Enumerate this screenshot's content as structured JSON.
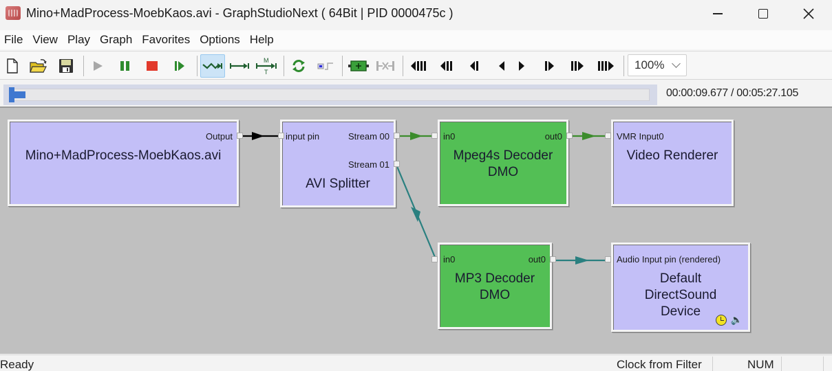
{
  "window": {
    "title": "Mino+MadProcess-MoebKaos.avi - GraphStudioNext ( 64Bit | PID 0000475c )",
    "controls": {
      "minimize": "minimize",
      "maximize": "maximize",
      "close": "close"
    }
  },
  "menu": {
    "items": [
      {
        "label": "File"
      },
      {
        "label": "View"
      },
      {
        "label": "Play"
      },
      {
        "label": "Graph"
      },
      {
        "label": "Favorites"
      },
      {
        "label": "Options"
      },
      {
        "label": "Help"
      }
    ]
  },
  "toolbar": {
    "buttons": [
      {
        "icon": "new-document-icon",
        "tooltip": "New"
      },
      {
        "icon": "open-folder-icon",
        "tooltip": "Open"
      },
      {
        "icon": "save-disk-icon",
        "tooltip": "Save"
      },
      {
        "icon": "play-icon",
        "tooltip": "Play",
        "enabled": false
      },
      {
        "icon": "pause-icon",
        "tooltip": "Pause"
      },
      {
        "icon": "stop-icon",
        "tooltip": "Stop"
      },
      {
        "icon": "step-frame-icon",
        "tooltip": "Frame step"
      },
      {
        "icon": "connect-mode-icon",
        "tooltip": "Connect mode",
        "active": true
      },
      {
        "icon": "direct-connect-icon",
        "tooltip": "Direct connect"
      },
      {
        "icon": "mt-connect-icon",
        "tooltip": "Media type connect"
      },
      {
        "icon": "refresh-icon",
        "tooltip": "Refresh"
      },
      {
        "icon": "property-page-icon",
        "tooltip": "Properties",
        "enabled": false
      },
      {
        "icon": "insert-filter-icon",
        "tooltip": "Insert filter"
      },
      {
        "icon": "disconnect-icon",
        "tooltip": "Disconnect",
        "enabled": false
      },
      {
        "icon": "seek-start-icon"
      },
      {
        "icon": "seek-back-large-icon"
      },
      {
        "icon": "seek-back-icon"
      },
      {
        "icon": "seek-back-small-icon"
      },
      {
        "icon": "seek-fwd-small-icon"
      },
      {
        "icon": "seek-fwd-icon"
      },
      {
        "icon": "seek-fwd-large-icon"
      },
      {
        "icon": "seek-end-icon"
      }
    ],
    "zoom_value": "100%"
  },
  "seek": {
    "position_fraction": 0.0295,
    "time_display": "00:00:09.677 / 00:05:27.105"
  },
  "graph": {
    "filters": [
      {
        "id": "source",
        "name": "Mino+MadProcess-MoebKaos.avi",
        "color": "#c3bff7",
        "pins": {
          "out": [
            "Output"
          ]
        }
      },
      {
        "id": "splitter",
        "name": "AVI Splitter",
        "color": "#c3bff7",
        "pins": {
          "in": [
            "input pin"
          ],
          "out": [
            "Stream 00",
            "Stream 01"
          ]
        }
      },
      {
        "id": "mpeg4",
        "name_line1": "Mpeg4s Decoder",
        "name_line2": "DMO",
        "color": "#53bf55",
        "pins": {
          "in": [
            "in0"
          ],
          "out": [
            "out0"
          ]
        }
      },
      {
        "id": "video",
        "name": "Video Renderer",
        "color": "#c3bff7",
        "pins": {
          "in": [
            "VMR Input0"
          ]
        }
      },
      {
        "id": "mp3",
        "name_line1": "MP3 Decoder",
        "name_line2": "DMO",
        "color": "#53bf55",
        "pins": {
          "in": [
            "in0"
          ],
          "out": [
            "out0"
          ]
        }
      },
      {
        "id": "audio",
        "name_line1": "Default",
        "name_line2": "DirectSound",
        "name_line3": "Device",
        "color": "#c3bff7",
        "pins": {
          "in": [
            "Audio Input pin (rendered)"
          ]
        },
        "badges": [
          "clock-icon",
          "speaker-icon"
        ]
      }
    ],
    "links": [
      {
        "from": "source.Output",
        "to": "splitter.input pin",
        "color": "#000000"
      },
      {
        "from": "splitter.Stream 00",
        "to": "mpeg4.in0",
        "color": "#3c8c2c"
      },
      {
        "from": "mpeg4.out0",
        "to": "video.VMR Input0",
        "color": "#3c8c2c"
      },
      {
        "from": "splitter.Stream 01",
        "to": "mp3.in0",
        "color": "#2a8080"
      },
      {
        "from": "mp3.out0",
        "to": "audio.Audio Input pin (rendered)",
        "color": "#2a8080"
      }
    ]
  },
  "status": {
    "text": "Ready",
    "clock": "Clock from Filter",
    "num": "NUM"
  }
}
